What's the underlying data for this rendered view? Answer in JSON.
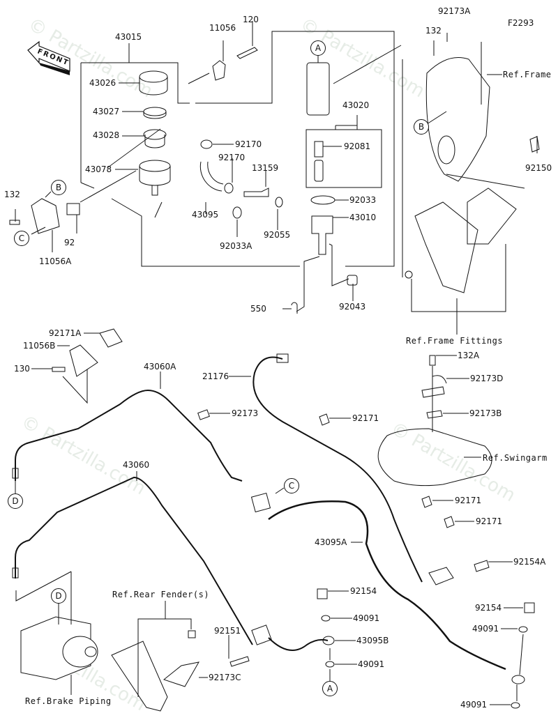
{
  "diagram": {
    "code": "F2293",
    "front_label": "FRONT",
    "watermark": "© Partzilla.com",
    "callouts": {
      "A": "A",
      "B": "B",
      "C": "C",
      "D": "D"
    },
    "parts": {
      "p43015": "43015",
      "p11056": "11056",
      "p120": "120",
      "p43026": "43026",
      "p43027": "43027",
      "p43028": "43028",
      "p43078": "43078",
      "p92170a": "92170",
      "p92170b": "92170",
      "p13159": "13159",
      "p43095": "43095",
      "p92033A": "92033A",
      "p92055": "92055",
      "p43020": "43020",
      "p92081": "92081",
      "p92033": "92033",
      "p43010": "43010",
      "p550": "550",
      "p92043": "92043",
      "p132": "132",
      "p92_obscured": "92",
      "p11056A": "11056A",
      "p92173A": "92173A",
      "p132b": "132",
      "p92150": "92150",
      "p92171A": "92171A",
      "p11056B": "11056B",
      "p130": "130",
      "p43060A": "43060A",
      "p21176": "21176",
      "p92173": "92173",
      "p132A": "132A",
      "p92173D": "92173D",
      "p92173B": "92173B",
      "p92171a": "92171",
      "p92171b": "92171",
      "p92171c": "92171",
      "p43060": "43060",
      "p43095A": "43095A",
      "p92154A": "92154A",
      "p92154a": "92154",
      "p92154b": "92154",
      "p49091a": "49091",
      "p49091b": "49091",
      "p49091c": "49091",
      "p49091d": "49091",
      "p43095B": "43095B",
      "p92151": "92151",
      "p92173C": "92173C"
    },
    "refs": {
      "frame": "Ref.Frame",
      "frame_fittings": "Ref.Frame Fittings",
      "swingarm": "Ref.Swingarm",
      "rear_fender": "Ref.Rear Fender(s)",
      "brake_piping": "Ref.Brake Piping"
    }
  }
}
